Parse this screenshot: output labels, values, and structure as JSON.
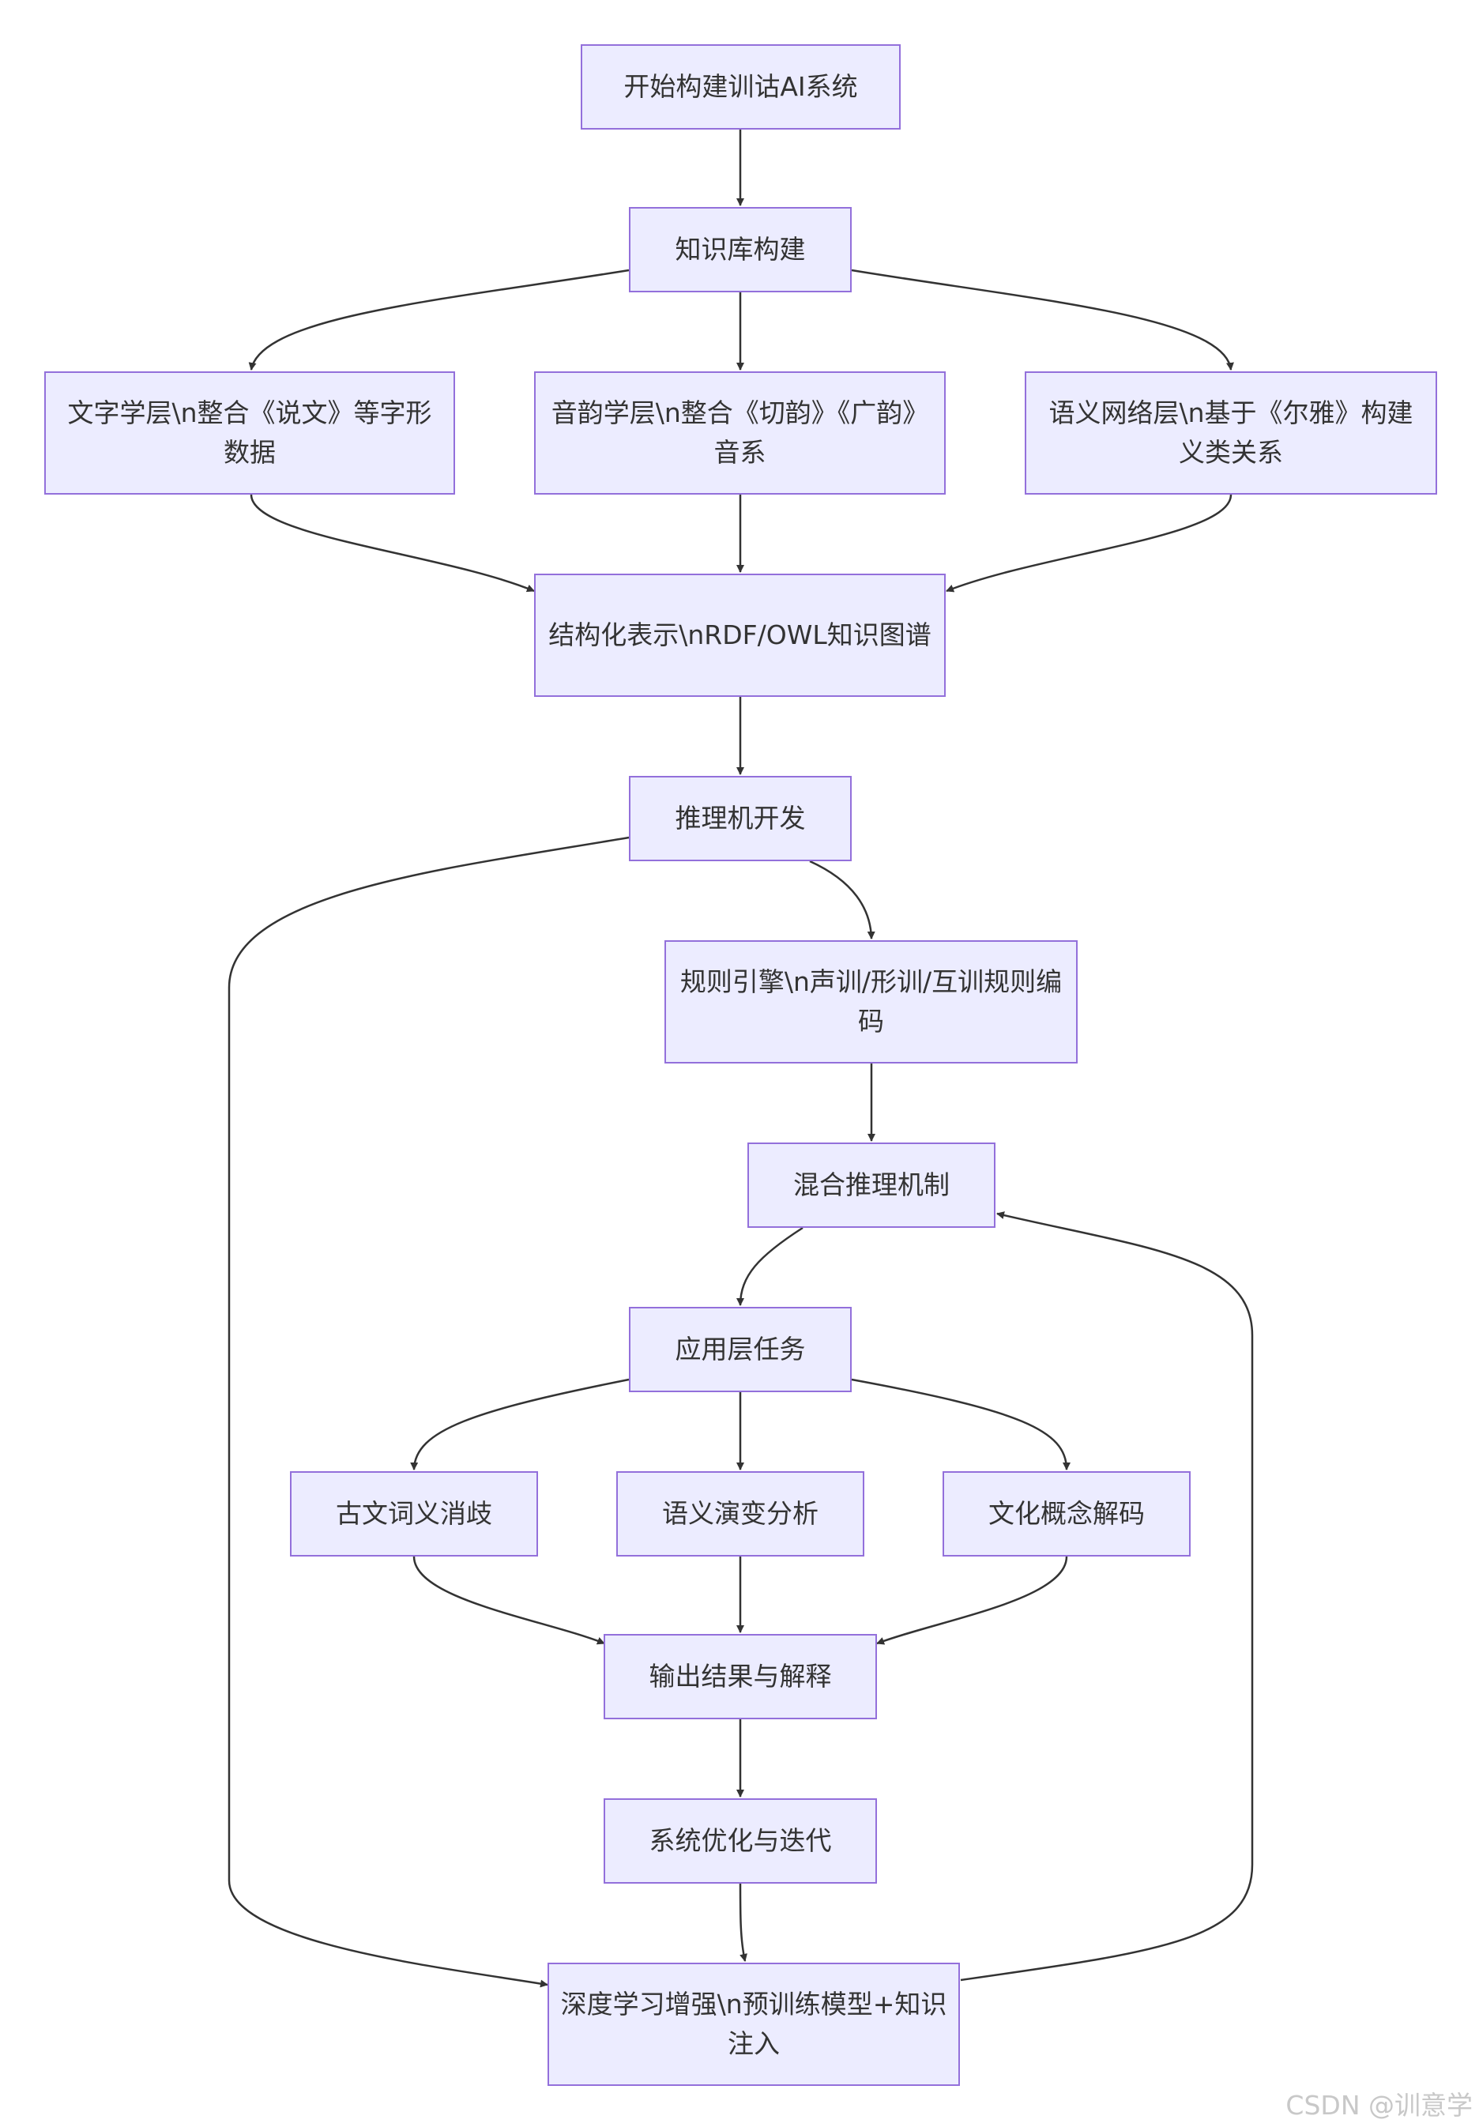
{
  "nodes": {
    "start": "开始构建训诂AI系统",
    "kb": "知识库构建",
    "script": "文字学层\\n整合《说文》等字形数据",
    "phon": "音韵学层\\n整合《切韵》《广韵》音系",
    "sem": "语义网络层\\n基于《尔雅》构建义类关系",
    "struct": "结构化表示\\nRDF/OWL知识图谱",
    "infer": "推理机开发",
    "rule": "规则引擎\\n声训/形训/互训规则编码",
    "hybrid": "混合推理机制",
    "app": "应用层任务",
    "wsd": "古文词义消歧",
    "evo": "语义演变分析",
    "culture": "文化概念解码",
    "output": "输出结果与解释",
    "optimize": "系统优化与迭代",
    "dl": "深度学习增强\\n预训练模型+知识注入"
  },
  "watermark": "CSDN @训意学"
}
